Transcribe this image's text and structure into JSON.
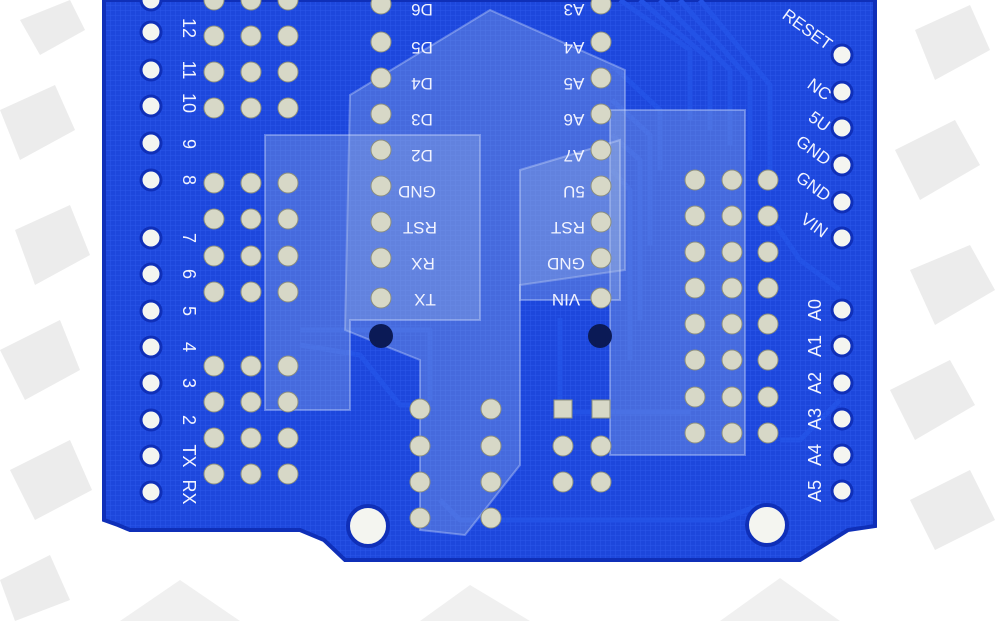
{
  "board": {
    "colors": {
      "pcb": "#1b45d8",
      "pcb_dark": "#0f2fb8",
      "trace": "#2352e6",
      "pad": "#d7d8c7",
      "hole": "#f4f5f0",
      "silk": "#f2f4ff",
      "overlay": "#9fb3df"
    },
    "left_header_labels": [
      "12",
      "11",
      "10",
      "9",
      "8",
      "7",
      "6",
      "5",
      "4",
      "3",
      "2",
      "TX",
      "RX"
    ],
    "center_left_labels": [
      "D6",
      "D5",
      "D4",
      "D3",
      "D2",
      "GND",
      "RST",
      "RX",
      "TX"
    ],
    "center_right_labels": [
      "A3",
      "A4",
      "A5",
      "A6",
      "A7",
      "5U",
      "RST",
      "GND",
      "VIN"
    ],
    "power_header_labels": [
      "RESET",
      "NC",
      "5U",
      "GND",
      "GND",
      "VIN"
    ],
    "analog_header_labels": [
      "A0",
      "A1",
      "A2",
      "A3",
      "A4",
      "A5"
    ]
  }
}
